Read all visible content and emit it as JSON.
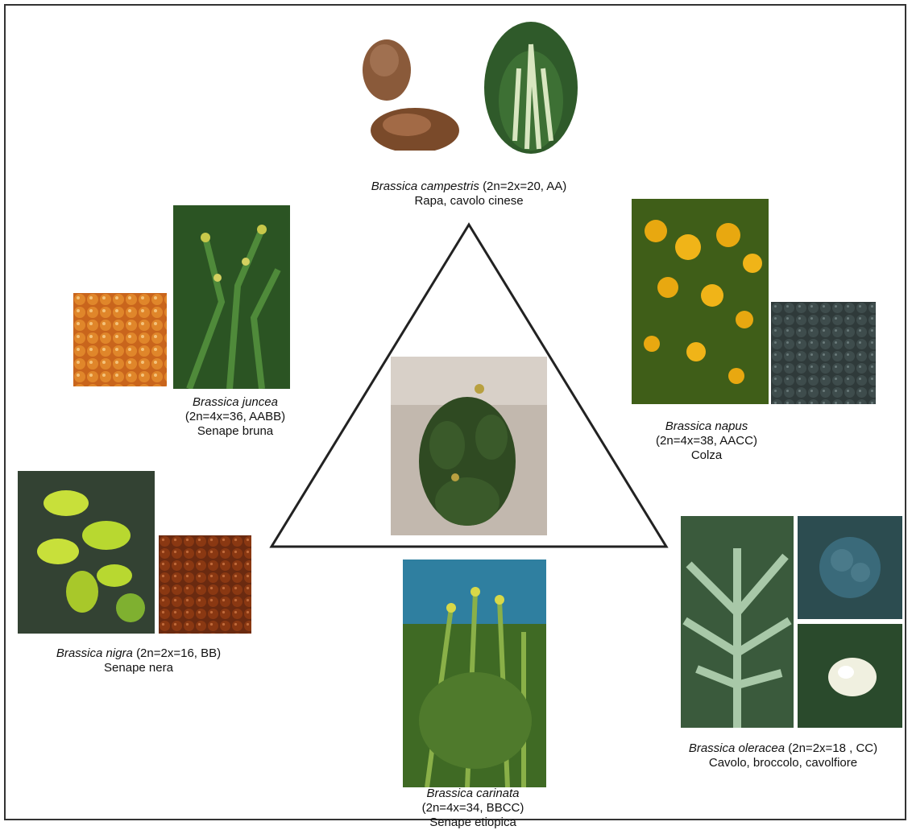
{
  "figure": {
    "campestris": {
      "species": "Brassica campestris",
      "formula": "(2n=2x=20, AA)",
      "common": "Rapa, cavolo cinese"
    },
    "juncea": {
      "species": "Brassica juncea",
      "formula": "(2n=4x=36, AABB)",
      "common": "Senape bruna"
    },
    "napus": {
      "species": "Brassica napus",
      "formula": "(2n=4x=38, AACC)",
      "common": "Colza"
    },
    "nigra": {
      "species": "Brassica nigra",
      "formula": "(2n=2x=16, BB)",
      "common": "Senape nera"
    },
    "carinata": {
      "species": "Brassica carinata",
      "formula": "(2n=4x=34, BBCC)",
      "common": "Senape etiopica"
    },
    "oleracea": {
      "species": "Brassica oleracea",
      "formula": "(2n=2x=18 , CC)",
      "common": "Cavolo, broccolo, cavolfiore"
    }
  },
  "colors": {
    "triangle": "#222222",
    "frame": "#333333"
  }
}
